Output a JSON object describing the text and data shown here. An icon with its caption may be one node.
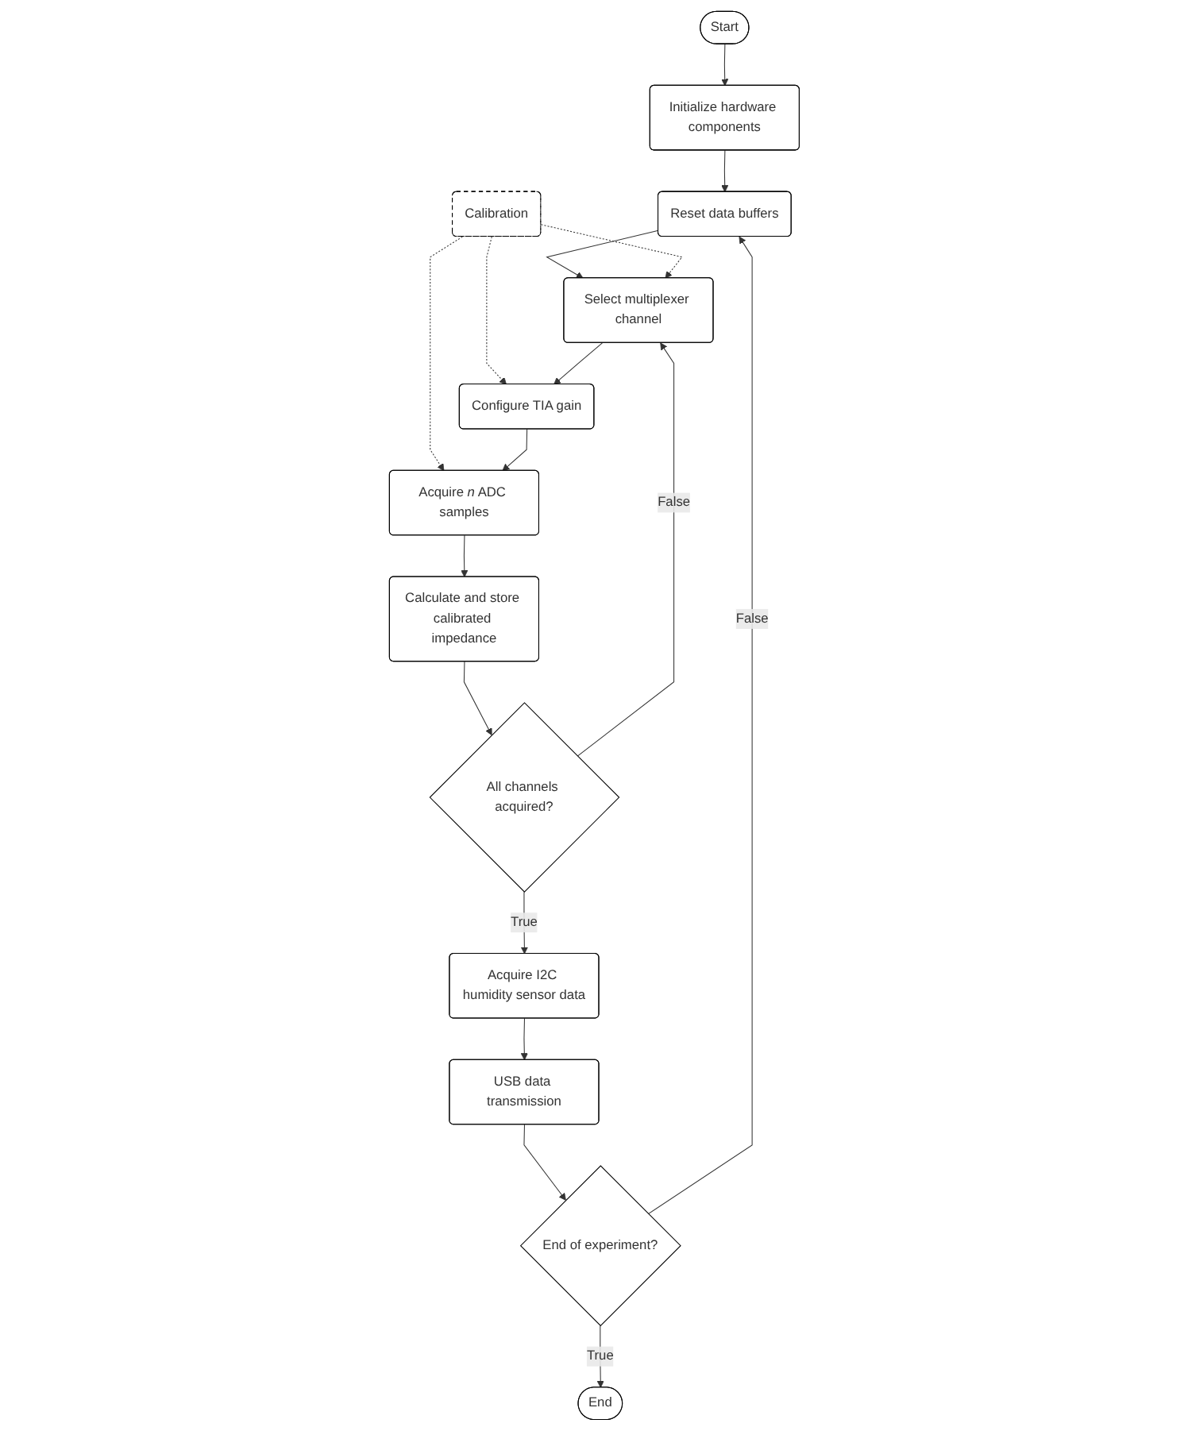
{
  "diagram": {
    "nodes": [
      {
        "text": [
          "Start"
        ]
      },
      {
        "text": [
          "Initialize hardware components"
        ]
      },
      {
        "text": [
          "Reset data buffers"
        ]
      },
      {
        "text": [
          "Calibration"
        ]
      },
      {
        "text": [
          "Select multiplexer channel"
        ]
      },
      {
        "text": [
          "Configure TIA gain"
        ]
      },
      {
        "text": [
          "Acquire *n* ADC samples"
        ]
      },
      {
        "text": [
          "Calculate and store calibrated impedance"
        ]
      },
      {
        "text": [
          "All channels acquired?"
        ]
      },
      {
        "text": [
          "Acquire I2C humidity sensor data"
        ]
      },
      {
        "text": [
          "USB data transmission"
        ]
      },
      {
        "text": [
          "End of experiment?"
        ]
      },
      {
        "text": [
          "End"
        ]
      }
    ],
    "edges": [
      {
        "from": 0,
        "to": 1,
        "arrow": "to"
      },
      {
        "from": 1,
        "to": 2,
        "arrow": "to"
      },
      {
        "from": 2,
        "to": 4,
        "arrow": "to"
      },
      {
        "from": 3,
        "to": 4,
        "arrow": "to",
        "style": "dashed"
      },
      {
        "from": 3,
        "to": 5,
        "arrow": "to",
        "style": "dashed"
      },
      {
        "from": 3,
        "to": 6,
        "arrow": "to",
        "style": "dashed"
      },
      {
        "from": 4,
        "to": 5,
        "arrow": "to"
      },
      {
        "from": 5,
        "to": 6,
        "arrow": "to"
      },
      {
        "from": 6,
        "to": 7,
        "arrow": "to"
      },
      {
        "from": 7,
        "to": 8,
        "arrow": "to"
      },
      {
        "from": 8,
        "to": 4,
        "label": "False",
        "arrow": "to"
      },
      {
        "from": 8,
        "to": 9,
        "label": "True",
        "arrow": "to"
      },
      {
        "from": 9,
        "to": 10,
        "arrow": "to"
      },
      {
        "from": 10,
        "to": 11,
        "arrow": "to"
      },
      {
        "from": 11,
        "to": 12,
        "label": "True",
        "arrow": "to"
      },
      {
        "from": 11,
        "to": 2,
        "label": "False",
        "arrow": "to"
      }
    ]
  }
}
